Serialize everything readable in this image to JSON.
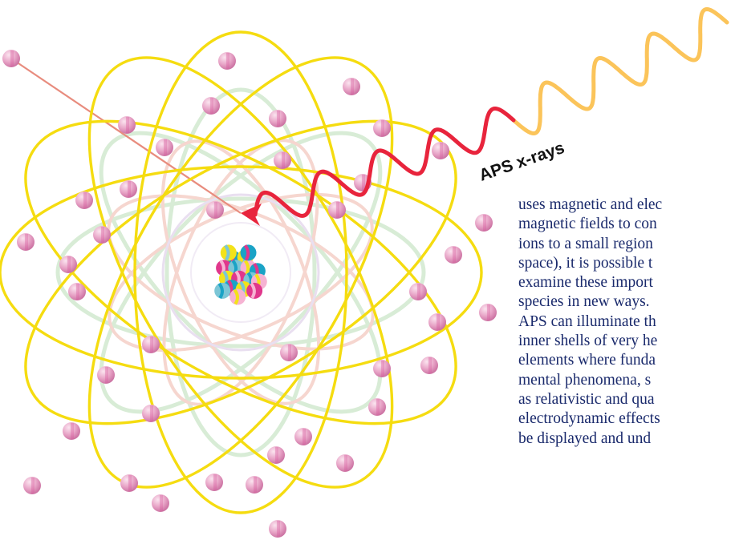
{
  "figure": {
    "xray_label": "APS x-rays",
    "colors": {
      "orbit_outer": "#f5dc10",
      "orbit_faint_green": "#d8ecd6",
      "orbit_faint_pink": "#f6d6cf",
      "inner_shell": "#e9dff0",
      "electron": "#e8a7c8",
      "electron_stripe": "#d6569b",
      "wave_incoming": "#fbc45a",
      "wave_absorbed": "#e8243c",
      "ejected_track": "#e88c7e",
      "nucleus_palette": [
        "#1aa3c6",
        "#f3e21a",
        "#e0378c",
        "#7cc6d6",
        "#f6b3d3"
      ]
    }
  },
  "text": {
    "lines": [
      "uses magnetic and elec",
      "magnetic fields to con",
      "ions to a small region",
      "space), it is possible t",
      "examine these import",
      "species in new ways.",
      "APS can illuminate th",
      "inner shells of very he",
      "elements where funda",
      "mental phenomena, s",
      "as relativistic and qua",
      "electrodynamic effects",
      "be displayed and und"
    ]
  }
}
